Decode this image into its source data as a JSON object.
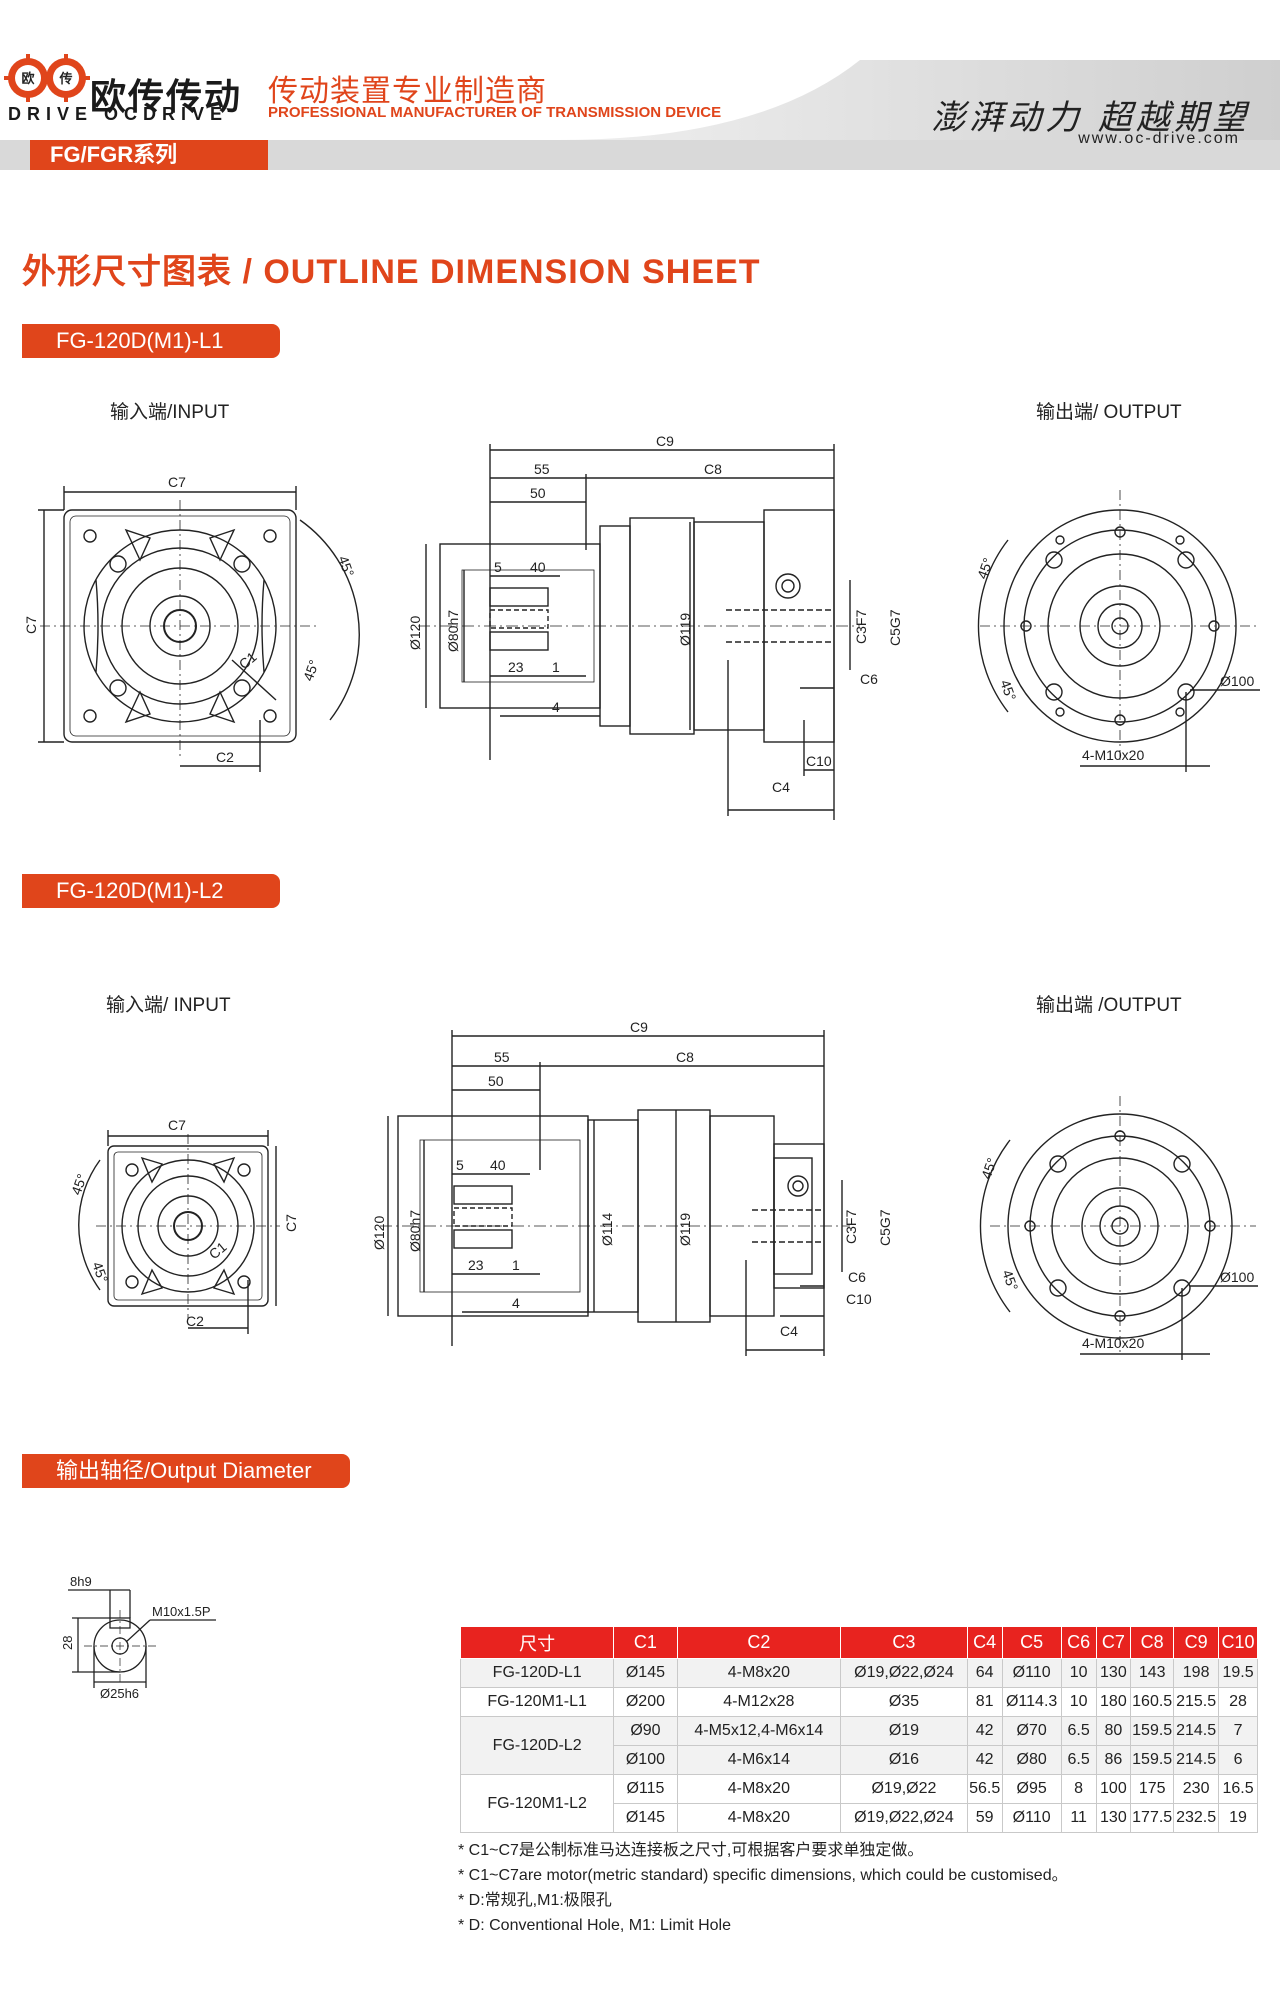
{
  "header": {
    "brand_cn": "欧传传动",
    "brand_en": "DRIVE OCDRIVE",
    "slogan_cn": "传动装置专业制造商",
    "slogan_en": "PROFESSIONAL MANUFACTURER OF TRANSMISSION DEVICE",
    "motto": "澎湃动力 超越期望",
    "website": "www.oc-drive.com",
    "series": "FG/FGR系列",
    "logo_marks": [
      "欧",
      "传"
    ]
  },
  "sheet_title": "外形尺寸图表 / OUTLINE DIMENSION SHEET",
  "sections": [
    {
      "model": "FG-120D(M1)-L1",
      "input_label": "输入端/INPUT",
      "output_label": "输出端/ OUTPUT"
    },
    {
      "model": "FG-120D(M1)-L2",
      "input_label": "输入端/ INPUT",
      "output_label": "输出端 /OUTPUT"
    }
  ],
  "dims": {
    "c1": "C1",
    "c2": "C2",
    "c3f7": "C3F7",
    "c4": "C4",
    "c5g7": "C5G7",
    "c6": "C6",
    "c7": "C7",
    "c8": "C8",
    "c9": "C9",
    "c10": "C10",
    "d55": "55",
    "d50": "50",
    "d40": "40",
    "d5": "5",
    "d23": "23",
    "d1": "1",
    "d4": "4",
    "phi120": "Ø120",
    "phi80": "Ø80h7",
    "phi119": "Ø119",
    "phi114": "Ø114",
    "phi100": "Ø100",
    "deg45": "45°",
    "holes": "4-M10x20"
  },
  "output_diameter": {
    "title": "输出轴径/Output Diameter",
    "key": "8h9",
    "height": "28",
    "thread": "M10x1.5P",
    "shaft": "Ø25h6"
  },
  "table": {
    "headers": [
      "尺寸",
      "C1",
      "C2",
      "C3",
      "C4",
      "C5",
      "C6",
      "C7",
      "C8",
      "C9",
      "C10"
    ],
    "rows": [
      {
        "model": "FG-120D-L1",
        "cells": [
          "Ø145",
          "4-M8x20",
          "Ø19,Ø22,Ø24",
          "64",
          "Ø110",
          "10",
          "130",
          "143",
          "198",
          "19.5"
        ]
      },
      {
        "model": "FG-120M1-L1",
        "cells": [
          "Ø200",
          "4-M12x28",
          "Ø35",
          "81",
          "Ø114.3",
          "10",
          "180",
          "160.5",
          "215.5",
          "28"
        ]
      },
      {
        "model": "FG-120D-L2",
        "cells": [
          "Ø90",
          "4-M5x12,4-M6x14",
          "Ø19",
          "42",
          "Ø70",
          "6.5",
          "80",
          "159.5",
          "214.5",
          "7"
        ]
      },
      {
        "model": "",
        "cells": [
          "Ø100",
          "4-M6x14",
          "Ø16",
          "42",
          "Ø80",
          "6.5",
          "86",
          "159.5",
          "214.5",
          "6"
        ]
      },
      {
        "model": "FG-120M1-L2",
        "cells": [
          "Ø115",
          "4-M8x20",
          "Ø19,Ø22",
          "56.5",
          "Ø95",
          "8",
          "100",
          "175",
          "230",
          "16.5"
        ]
      },
      {
        "model": "",
        "cells": [
          "Ø145",
          "4-M8x20",
          "Ø19,Ø22,Ø24",
          "59",
          "Ø110",
          "11",
          "130",
          "177.5",
          "232.5",
          "19"
        ]
      }
    ]
  },
  "notes": [
    "* C1~C7是公制标准马达连接板之尺寸,可根据客户要求单独定做。",
    "* C1~C7are motor(metric standard)  specific dimensions, which could be customised。",
    "* D:常规孔,M1:极限孔",
    "* D: Conventional Hole, M1: Limit Hole"
  ],
  "colors": {
    "accent": "#e0451b",
    "table_header": "#e8231f"
  }
}
